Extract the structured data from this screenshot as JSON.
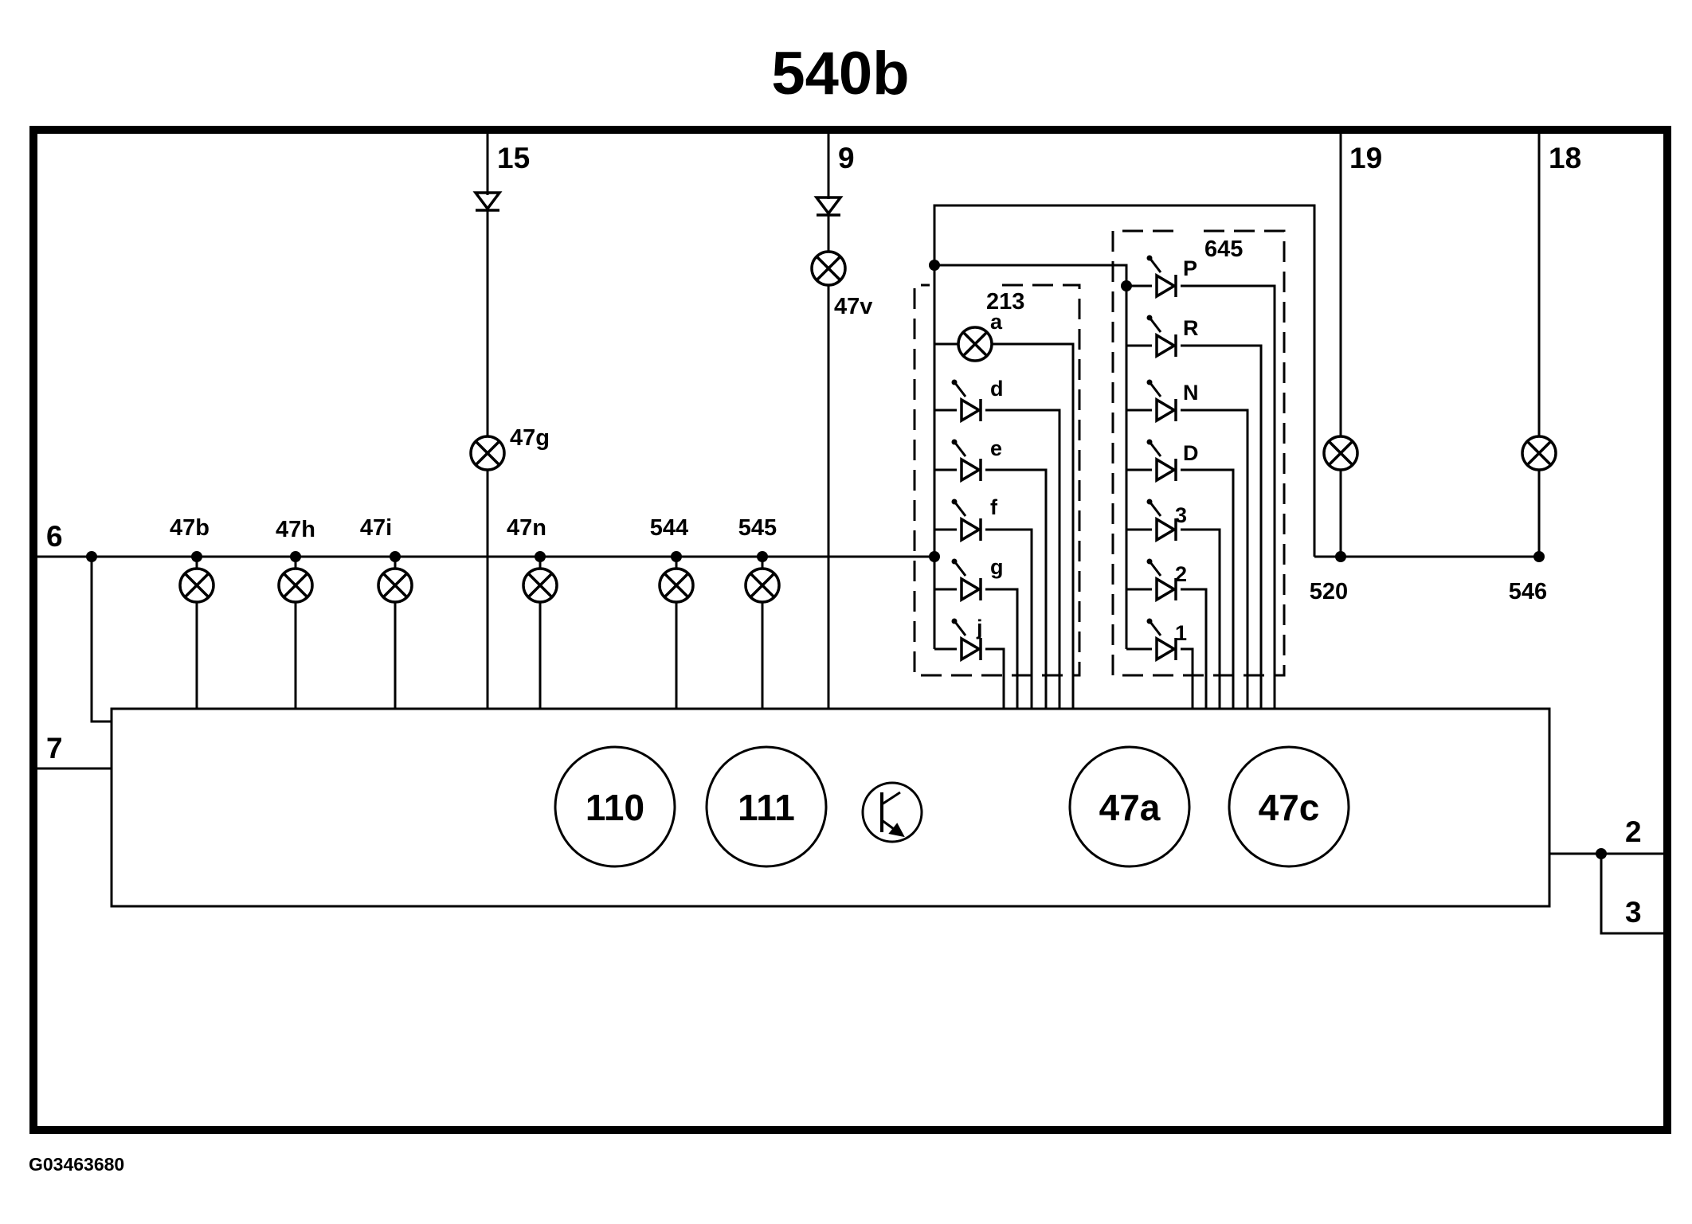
{
  "title": "540b",
  "footer_code": "G03463680",
  "colors": {
    "ink": "#000000",
    "background": "#ffffff"
  },
  "connector_pins": {
    "p15": "15",
    "p9": "9",
    "p19": "19",
    "p18": "18",
    "p6": "6",
    "p7": "7",
    "p2": "2",
    "p3": "3"
  },
  "lamps": {
    "l47g": "47g",
    "l47v": "47v",
    "l47b": "47b",
    "l47h": "47h",
    "l47i": "47i",
    "l47n": "47n",
    "l544": "544",
    "l545": "545"
  },
  "modules": {
    "m213": "213",
    "m645": "645"
  },
  "module_213_items": [
    "a",
    "d",
    "e",
    "f",
    "g",
    "j"
  ],
  "module_645_items": [
    "P",
    "R",
    "N",
    "D",
    "3",
    "2",
    "1"
  ],
  "junctions": {
    "j520": "520",
    "j546": "546"
  },
  "components": {
    "c110": "110",
    "c111": "111",
    "c47a": "47a",
    "c47c": "47c"
  }
}
